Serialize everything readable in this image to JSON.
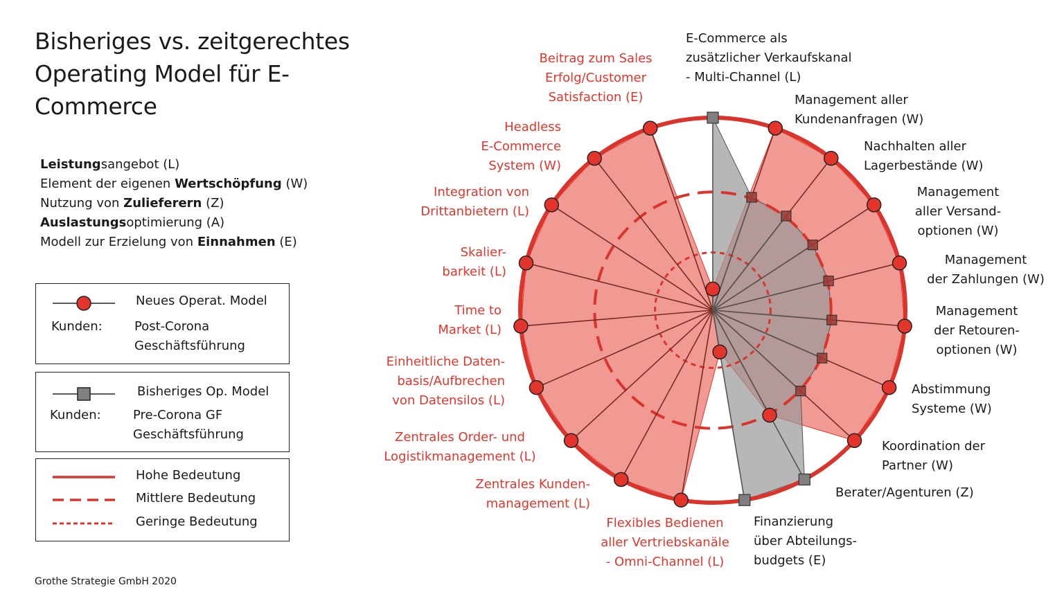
{
  "title_lines": [
    "Bisheriges vs. zeitgerechtes",
    "Operating Model für E-",
    "Commerce"
  ],
  "key": [
    {
      "bold": "Leistung",
      "rest": "sangebot (L)",
      "pre": ""
    },
    {
      "pre": "Element der eigenen ",
      "bold": "Wertschöpfung",
      "rest": " (W)"
    },
    {
      "pre": "Nutzung von ",
      "bold": "Zulieferern",
      "rest": " (Z)"
    },
    {
      "pre": "",
      "bold": "Auslastungs",
      "rest": "optimierung (A)"
    },
    {
      "pre": "Modell zur  Erzielung von ",
      "bold": "Einnahmen",
      "rest": " (E)"
    }
  ],
  "legend": {
    "new_model": {
      "label": "Neues Operat. Model",
      "customers_label": "Kunden:",
      "customers_value": [
        "Post-Corona",
        "Geschäftsführung"
      ]
    },
    "old_model": {
      "label": "Bisheriges Op. Model",
      "customers_label": "Kunden:",
      "customers_value": [
        "Pre-Corona GF",
        "Geschäftsführung"
      ]
    },
    "importance": {
      "high": "Hohe Bedeutung",
      "medium": "Mittlere Bedeutung",
      "low": "Geringe Bedeutung"
    }
  },
  "footer": "Grothe Strategie GmbH 2020",
  "colors": {
    "new": "#e4352c",
    "new_fill": "#ee8880",
    "old": "#777777",
    "old_fill": "#999999",
    "spoke": "#7a2a26"
  },
  "chart_data": {
    "type": "radar",
    "scale_levels": {
      "high": 1.0,
      "medium": 0.614,
      "low": 0.3
    },
    "axes": [
      {
        "label": [
          "E-Commerce als",
          "zusätzlicher Verkaufskanal",
          "- Multi-Channel (L)"
        ],
        "new": 0.11,
        "old": 1.0,
        "highlight": false
      },
      {
        "label": [
          "Management aller",
          "Kundenanfragen (W)"
        ],
        "new": 1.0,
        "old": 0.62,
        "highlight": false
      },
      {
        "label": [
          "Nachhalten aller",
          "Lagerbestände (W)"
        ],
        "new": 1.0,
        "old": 0.62,
        "highlight": false
      },
      {
        "label": [
          "Management",
          "aller Versand-",
          "optionen (W)"
        ],
        "new": 1.0,
        "old": 0.62,
        "highlight": false
      },
      {
        "label": [
          "Management",
          "der Zahlungen (W)"
        ],
        "new": 1.0,
        "old": 0.62,
        "highlight": false
      },
      {
        "label": [
          "Management",
          "der Retouren-",
          "optionen (W)"
        ],
        "new": 1.0,
        "old": 0.62,
        "highlight": false
      },
      {
        "label": [
          "Abstimmung",
          "Systeme (W)"
        ],
        "new": 1.0,
        "old": 0.62,
        "highlight": false
      },
      {
        "label": [
          "Koordination der",
          "Partner (W)"
        ],
        "new": 1.0,
        "old": 0.62,
        "highlight": false
      },
      {
        "label": [
          "Berater/Agenturen (Z)"
        ],
        "new": 0.62,
        "old": 1.0,
        "highlight": false
      },
      {
        "label": [
          "Finanzierung",
          "über Abteilungs-",
          "budgets (E)"
        ],
        "new": 0.22,
        "old": 1.0,
        "highlight": false
      },
      {
        "label": [
          "Flexibles Bedienen",
          "aller Vertriebskanäle",
          "- Omni-Channel (L)"
        ],
        "new": 1.0,
        "old": 0.0,
        "highlight": true
      },
      {
        "label": [
          "Zentrales Kunden-",
          "management (L)"
        ],
        "new": 1.0,
        "old": 0.0,
        "highlight": true
      },
      {
        "label": [
          "Zentrales Order- und",
          "Logistikmanagement (L)"
        ],
        "new": 1.0,
        "old": 0.0,
        "highlight": true
      },
      {
        "label": [
          "Einheitliche Daten-",
          "basis/Aufbrechen",
          "von Datensilos (L)"
        ],
        "new": 1.0,
        "old": 0.0,
        "highlight": true
      },
      {
        "label": [
          "Time to",
          "Market (L)"
        ],
        "new": 1.0,
        "old": 0.0,
        "highlight": true
      },
      {
        "label": [
          "Skalier-",
          "barkeit (L)"
        ],
        "new": 1.0,
        "old": 0.0,
        "highlight": true
      },
      {
        "label": [
          "Integration von",
          "Drittanbietern (L)"
        ],
        "new": 1.0,
        "old": 0.0,
        "highlight": true
      },
      {
        "label": [
          "Headless",
          "E-Commerce",
          "System (W)"
        ],
        "new": 1.0,
        "old": 0.0,
        "highlight": true
      },
      {
        "label": [
          "Beitrag zum Sales",
          "Erfolg/Customer",
          "Satisfaction (E)"
        ],
        "new": 1.0,
        "old": 0.0,
        "highlight": true
      }
    ]
  }
}
